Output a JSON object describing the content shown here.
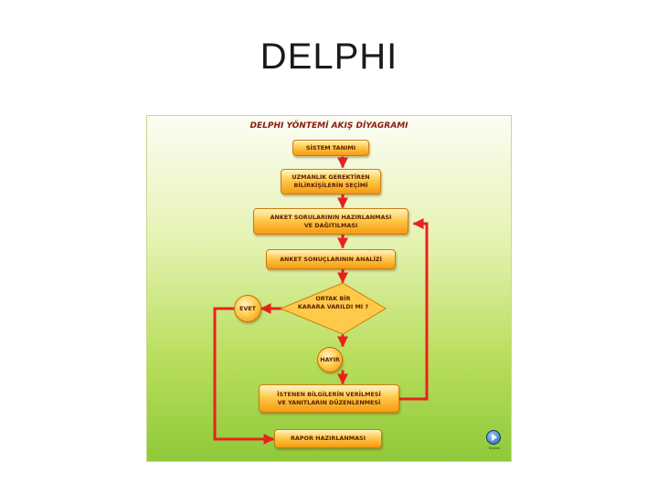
{
  "slide": {
    "title": "DELPHI"
  },
  "diagram": {
    "title": "DELPHI YÖNTEMİ AKIŞ DİYAGRAMI",
    "steps": {
      "system_definition": "SİSTEM TANIMI",
      "expert_selection": "UZMANLIK GEREKTİREN\nBİLİRKİŞİLERİN SEÇİMİ",
      "survey_prep": "ANKET SORULARININ HAZIRLANMASI\nVE DAĞITILMASI",
      "survey_analysis": "ANKET SONUÇLARININ ANALİZİ",
      "decision": "ORTAK BİR\nKARARA VARILDI MI ?",
      "yes": "EVET",
      "no": "HAYIR",
      "info_request": "İSTENEN BİLGİLERİN VERİLMESİ\nVE YANITLARIN DÜZENLENMESİ",
      "report": "RAPOR HAZIRLANMASI"
    },
    "colors": {
      "box_fill": "#ffc94a",
      "box_border": "#d07a08",
      "arrow": "#e8221b",
      "text": "#5a1e00"
    },
    "icons": {
      "nav": "play-icon"
    },
    "nav_caption": "Devam"
  }
}
